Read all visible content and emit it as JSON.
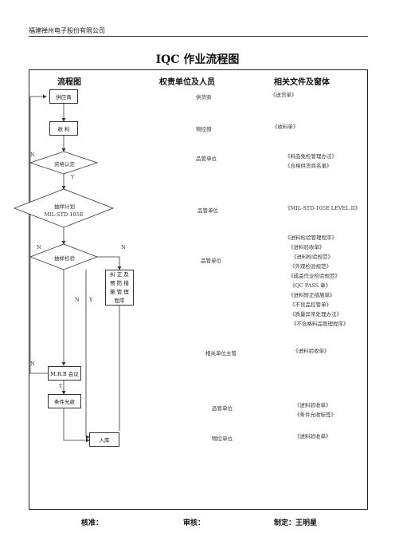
{
  "header": {
    "company": "福建禅州电子股份有限公司"
  },
  "title": "IQC 作业流程图",
  "columns": {
    "flow": "流程图",
    "responsible": "权责单位及人员",
    "documents": "相关文件及窗体"
  },
  "flow": {
    "supplier": "供应商",
    "receive": "收    料",
    "qualification": "资格认定",
    "sampling_line1": "抽样计划",
    "sampling_line2": "MIL-STD-105E",
    "inspection": "抽样检验",
    "corrective": "纠 正 及 预 防 措 施 管 理程序",
    "mrb": "M.R.B 会议",
    "conditional": "条件允收",
    "warehouse": "入库",
    "labels": {
      "n1": "N",
      "y1": "Y",
      "n2": "N",
      "n3": "N",
      "n4": "N",
      "y2": "Y",
      "n5": "N",
      "y3": "Y"
    }
  },
  "responsible": [
    "供货商",
    "物控部",
    "品管单位",
    "品管单位",
    "品管单位",
    "相关单位主管",
    "品管单位",
    "物控单位"
  ],
  "documents": {
    "row1": [
      "《送货单》"
    ],
    "row2": [
      "《收料单》"
    ],
    "row3": [
      "《料品免检管理办法》",
      "《合格供货商名录》"
    ],
    "row4": [
      "《MIL-STD-105E LEVEL II》"
    ],
    "row5": [
      "《进料检验管理程序》",
      "《进料验收单》",
      "《进料检验规范》",
      "《外观检验规范》",
      "《成品作业检验规范》",
      "《QC PASS 章》",
      "《进料矫正措施单》",
      "《不良品控管单》",
      "《质量异常处理办法》",
      "《不合格料品管理程序》"
    ],
    "row6": [
      "《进料验收单》"
    ],
    "row7": [
      "《进料验收单》",
      "《条件允收标签》"
    ],
    "row8": [
      "《进料验收单》"
    ]
  },
  "footer": {
    "check": "核准：",
    "review": "审核：",
    "prepared": "制定：王明星"
  }
}
